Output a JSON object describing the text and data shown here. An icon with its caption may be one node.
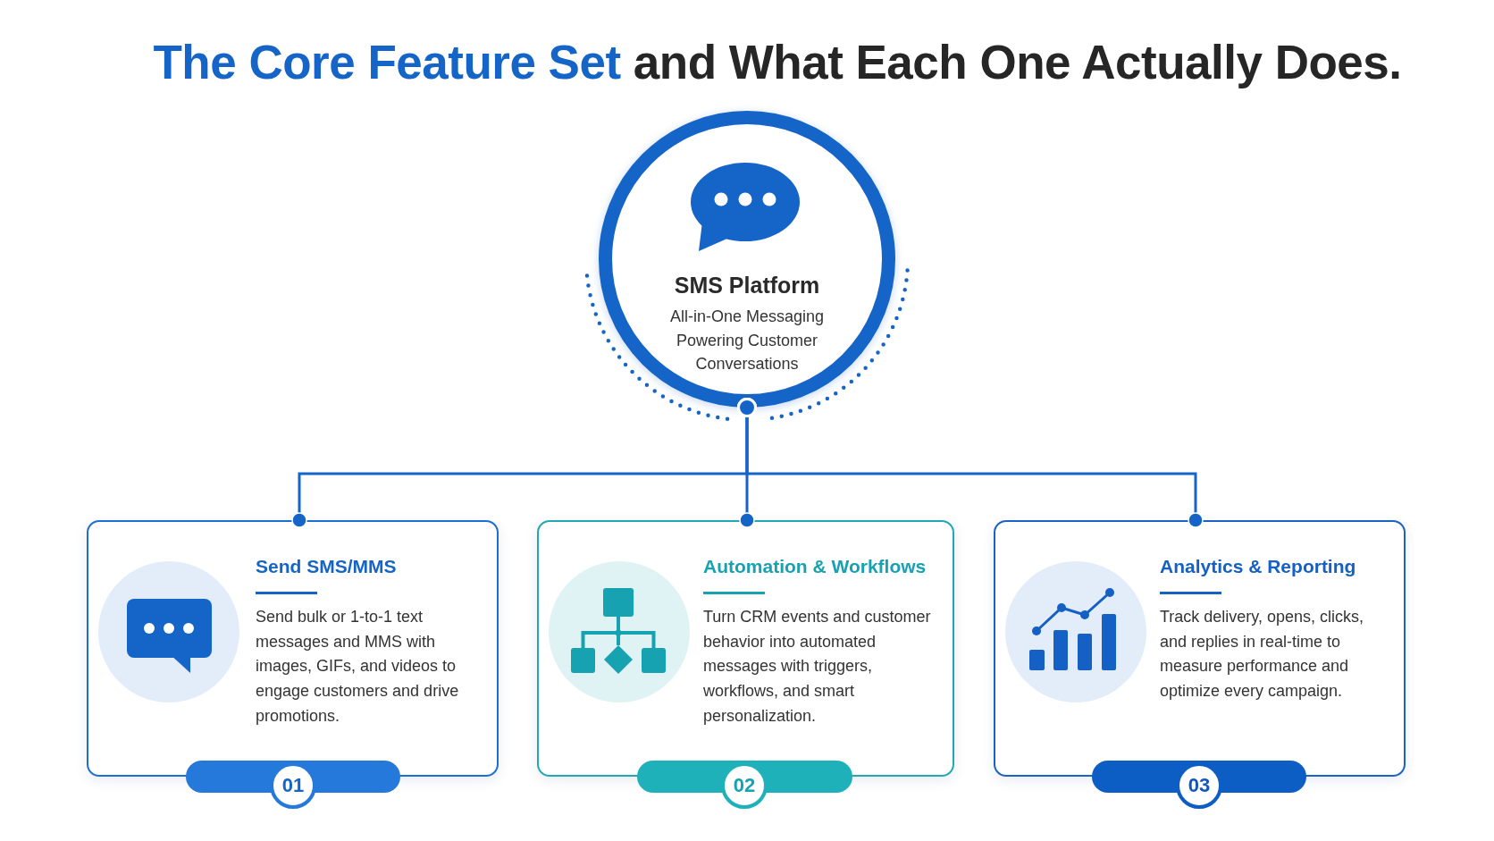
{
  "diagram": {
    "title": "**The Core Feature Set** and What Each One Actually Does.",
    "nodes": [
      {
        "text": [
          "SMS Platform",
          "All-in-One Messaging Powering Customer Conversations"
        ]
      },
      {
        "text": [
          "Send SMS/MMS",
          "Send bulk or 1-to-1 text messages and MMS with images, GIFs, and videos to engage customers and drive promotions."
        ]
      },
      {
        "text": [
          "Automation & Workflows",
          "Turn CRM events and customer behavior into automated messages with triggers, workflows, and smart personalization."
        ]
      },
      {
        "text": [
          "Analytics & Reporting",
          "Track delivery, opens, clicks, and replies in real-time to measure performance and optimize every campaign."
        ]
      },
      {
        "text": [
          "01"
        ]
      },
      {
        "text": [
          "02"
        ]
      },
      {
        "text": [
          "03"
        ]
      }
    ],
    "edges": [
      {
        "from": 0,
        "to": 1,
        "arrow": "other"
      },
      {
        "from": 0,
        "to": 2,
        "arrow": "other"
      },
      {
        "from": 0,
        "to": 3,
        "arrow": "other"
      }
    ]
  }
}
